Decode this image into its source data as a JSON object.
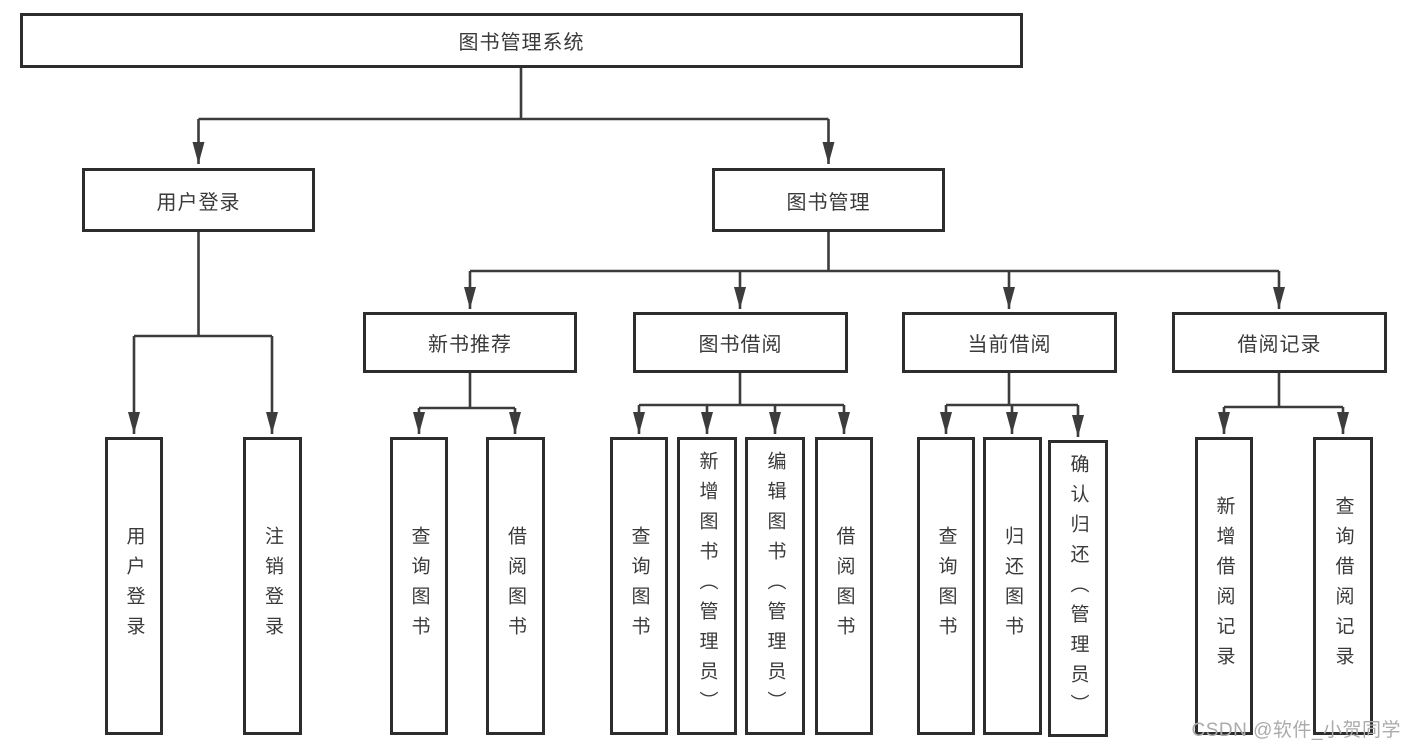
{
  "tree": {
    "root": {
      "label": "图书管理系统"
    },
    "user_login": {
      "label": "用户登录",
      "children": [
        {
          "label": "用户登录"
        },
        {
          "label": "注销登录"
        }
      ]
    },
    "book_mgmt": {
      "label": "图书管理",
      "sections": [
        {
          "label": "新书推荐",
          "children": [
            {
              "label": "查询图书"
            },
            {
              "label": "借阅图书"
            }
          ]
        },
        {
          "label": "图书借阅",
          "children": [
            {
              "label": "查询图书"
            },
            {
              "label": "新增图书（管理员）"
            },
            {
              "label": "编辑图书（管理员）"
            },
            {
              "label": "借阅图书"
            }
          ]
        },
        {
          "label": "当前借阅",
          "children": [
            {
              "label": "查询图书"
            },
            {
              "label": "归还图书"
            },
            {
              "label": "确认归还（管理员）"
            }
          ]
        },
        {
          "label": "借阅记录",
          "children": [
            {
              "label": "新增借阅记录"
            },
            {
              "label": "查询借阅记录"
            }
          ]
        }
      ]
    }
  },
  "watermark": {
    "text": "CSDN @软件_小贺同学"
  },
  "colors": {
    "box_border": "#2d2d2d",
    "line": "#3c3c3c",
    "text": "#3a3a3a",
    "watermark": "#ababab",
    "background": "#ffffff"
  }
}
